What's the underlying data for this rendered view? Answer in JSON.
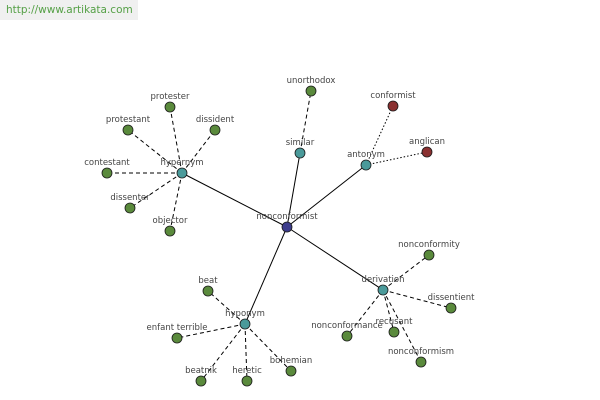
{
  "banner": {
    "url": "http://www.artikata.com"
  },
  "colors": {
    "center": "#3d3d8c",
    "relation": "#4a9a9a",
    "synonym": "#5a8a3c",
    "antonym": "#8a3030",
    "edge": "#000000"
  },
  "center": {
    "label": "nonconformist"
  },
  "relations": [
    {
      "id": "hypernym",
      "label": "hypernym",
      "members": [
        "protester",
        "dissident",
        "protestant",
        "contestant",
        "dissenter",
        "objector"
      ]
    },
    {
      "id": "similar",
      "label": "similar",
      "members": [
        "unorthodox"
      ]
    },
    {
      "id": "antonym",
      "label": "antonym",
      "members": [
        "conformist",
        "anglican"
      ]
    },
    {
      "id": "derivation",
      "label": "derivation",
      "members": [
        "nonconformity",
        "dissentient",
        "recusant",
        "nonconformance",
        "nonconformism"
      ]
    },
    {
      "id": "hyponym",
      "label": "hyponym",
      "members": [
        "beat",
        "enfant terrible",
        "beatnik",
        "heretic",
        "bohemian"
      ]
    }
  ]
}
